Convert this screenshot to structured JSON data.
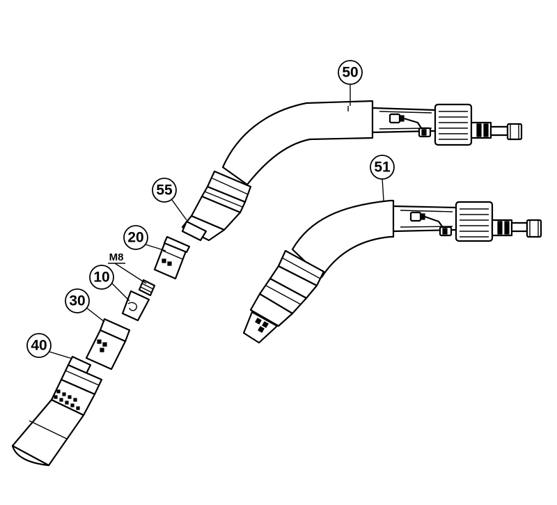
{
  "callouts": {
    "c50": "50",
    "c51": "51",
    "c55": "55",
    "c20": "20",
    "c10": "10",
    "c30": "30",
    "c40": "40"
  },
  "thread_label": "M8"
}
